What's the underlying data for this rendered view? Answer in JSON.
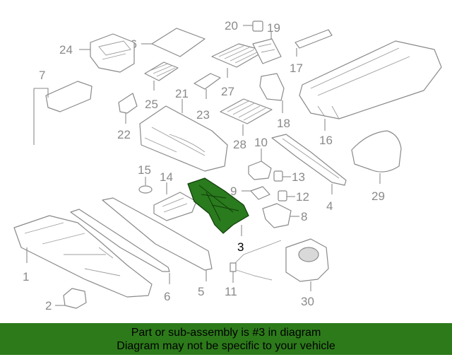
{
  "diagram": {
    "callouts": {
      "c1": "1",
      "c2": "2",
      "c3": "3",
      "c4": "4",
      "c5": "5",
      "c6": "6",
      "c7": "7",
      "c8": "8",
      "c9": "9",
      "c10": "10",
      "c11": "11",
      "c12": "12",
      "c13": "13",
      "c14": "14",
      "c15": "15",
      "c16": "16",
      "c17": "17",
      "c18": "18",
      "c19": "19",
      "c20": "20",
      "c21": "21",
      "c22": "22",
      "c23": "23",
      "c24": "24",
      "c25": "25",
      "c26": "26",
      "c27": "27",
      "c28": "28",
      "c29": "29",
      "c30": "30"
    },
    "highlighted_part": "3",
    "colors": {
      "highlight": "#2a7a1e",
      "line": "#8a8a8a",
      "banner": "#2d7a1b"
    }
  },
  "banner": {
    "line1": "Part or sub-assembly is #3 in diagram",
    "line2": "Diagram may not be specific to your vehicle"
  }
}
